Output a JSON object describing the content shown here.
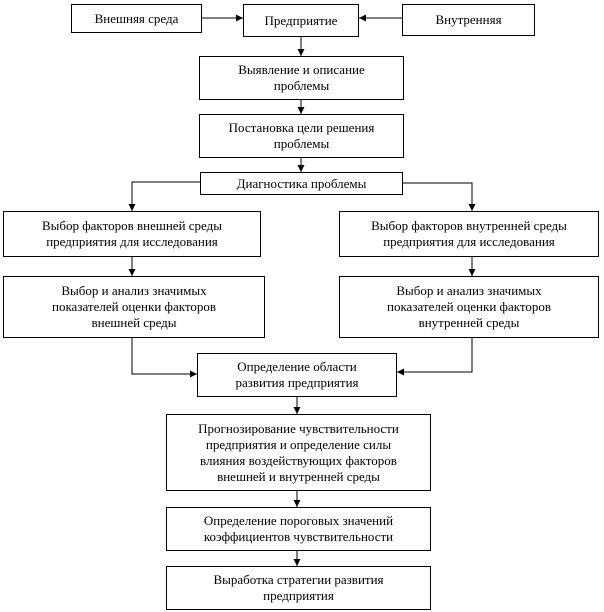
{
  "nodes": {
    "external_env": "Внешняя среда",
    "enterprise": "Предприятие",
    "internal": "Внутренняя",
    "problem_identification": "Выявление и описание\nпроблемы",
    "goal_setting": "Постановка цели решения\nпроблемы",
    "diagnostics": "Диагностика проблемы",
    "external_factors": "Выбор факторов внешней среды\nпредприятия для исследования",
    "internal_factors": "Выбор факторов внутренней среды\nпредприятия для исследования",
    "external_indicators": "Выбор и анализ значимых\nпоказателей оценки факторов\nвнешней среды",
    "internal_indicators": "Выбор и анализ значимых\nпоказателей оценки факторов\nвнутренней среды",
    "development_area": "Определение области\nразвития предприятия",
    "sensitivity_forecast": "Прогнозирование чувствительности\nпредприятия и определение силы\nвлияния воздействующих факторов\nвнешней и внутренней среды",
    "thresholds": "Определение пороговых значений\nкоэффициентов чувствительности",
    "strategy": "Выработка стратегии развития\nпредприятия"
  }
}
